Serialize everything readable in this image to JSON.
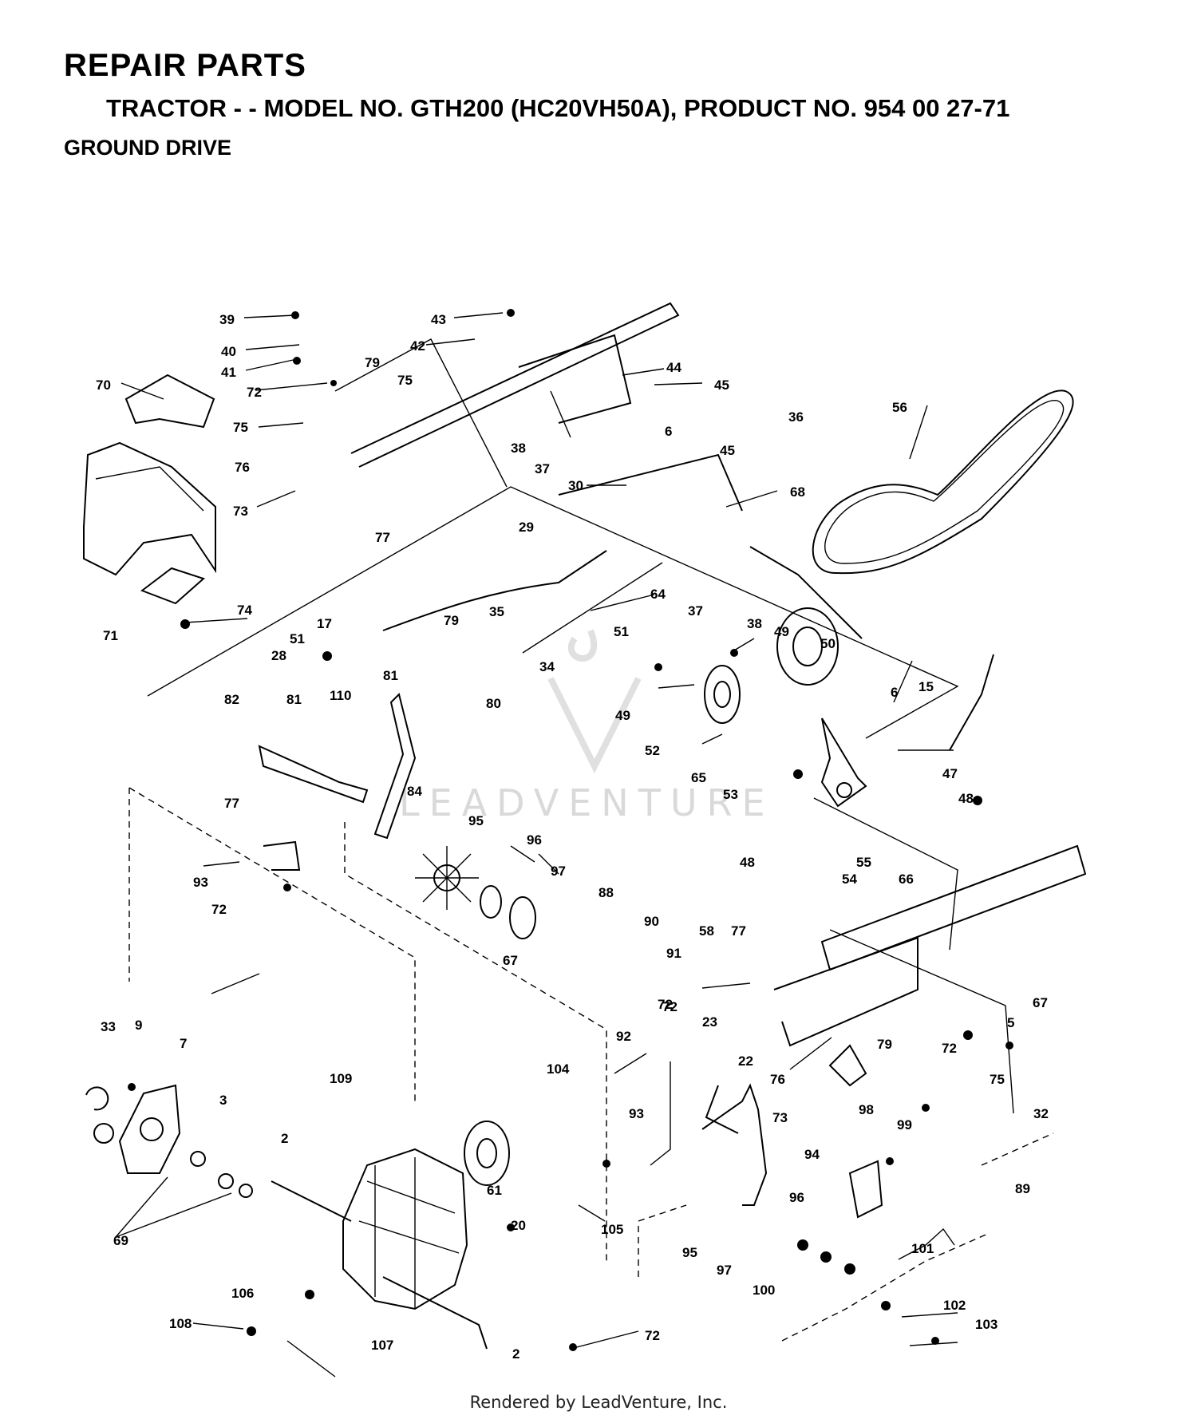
{
  "header": {
    "title": "REPAIR PARTS",
    "subtitle": "TRACTOR - - MODEL NO. GTH200 (HC20VH50A), PRODUCT NO. 954 00 27-71",
    "section": "GROUND DRIVE"
  },
  "watermark": "LEADVENTURE",
  "footer": "Rendered by LeadVenture, Inc.",
  "callouts": [
    "39",
    "40",
    "41",
    "43",
    "42",
    "79",
    "72",
    "75",
    "70",
    "75",
    "76",
    "73",
    "77",
    "44",
    "45",
    "38",
    "37",
    "6",
    "30",
    "45",
    "36",
    "68",
    "56",
    "29",
    "64",
    "37",
    "38",
    "74",
    "71",
    "17",
    "79",
    "51",
    "28",
    "35",
    "34",
    "51",
    "49",
    "50",
    "81",
    "110",
    "82",
    "81",
    "80",
    "49",
    "52",
    "6",
    "15",
    "47",
    "65",
    "53",
    "77",
    "84",
    "95",
    "96",
    "48",
    "48",
    "55",
    "66",
    "54",
    "93",
    "72",
    "97",
    "88",
    "90",
    "67",
    "91",
    "58",
    "77",
    "67",
    "5",
    "72",
    "79",
    "72",
    "33",
    "9",
    "7",
    "109",
    "3",
    "2",
    "92",
    "72",
    "23",
    "22",
    "104",
    "76",
    "75",
    "73",
    "93",
    "98",
    "99",
    "32",
    "94",
    "89",
    "61",
    "20",
    "96",
    "105",
    "69",
    "95",
    "97",
    "101",
    "100",
    "106",
    "102",
    "103",
    "108",
    "107",
    "2",
    "72"
  ]
}
